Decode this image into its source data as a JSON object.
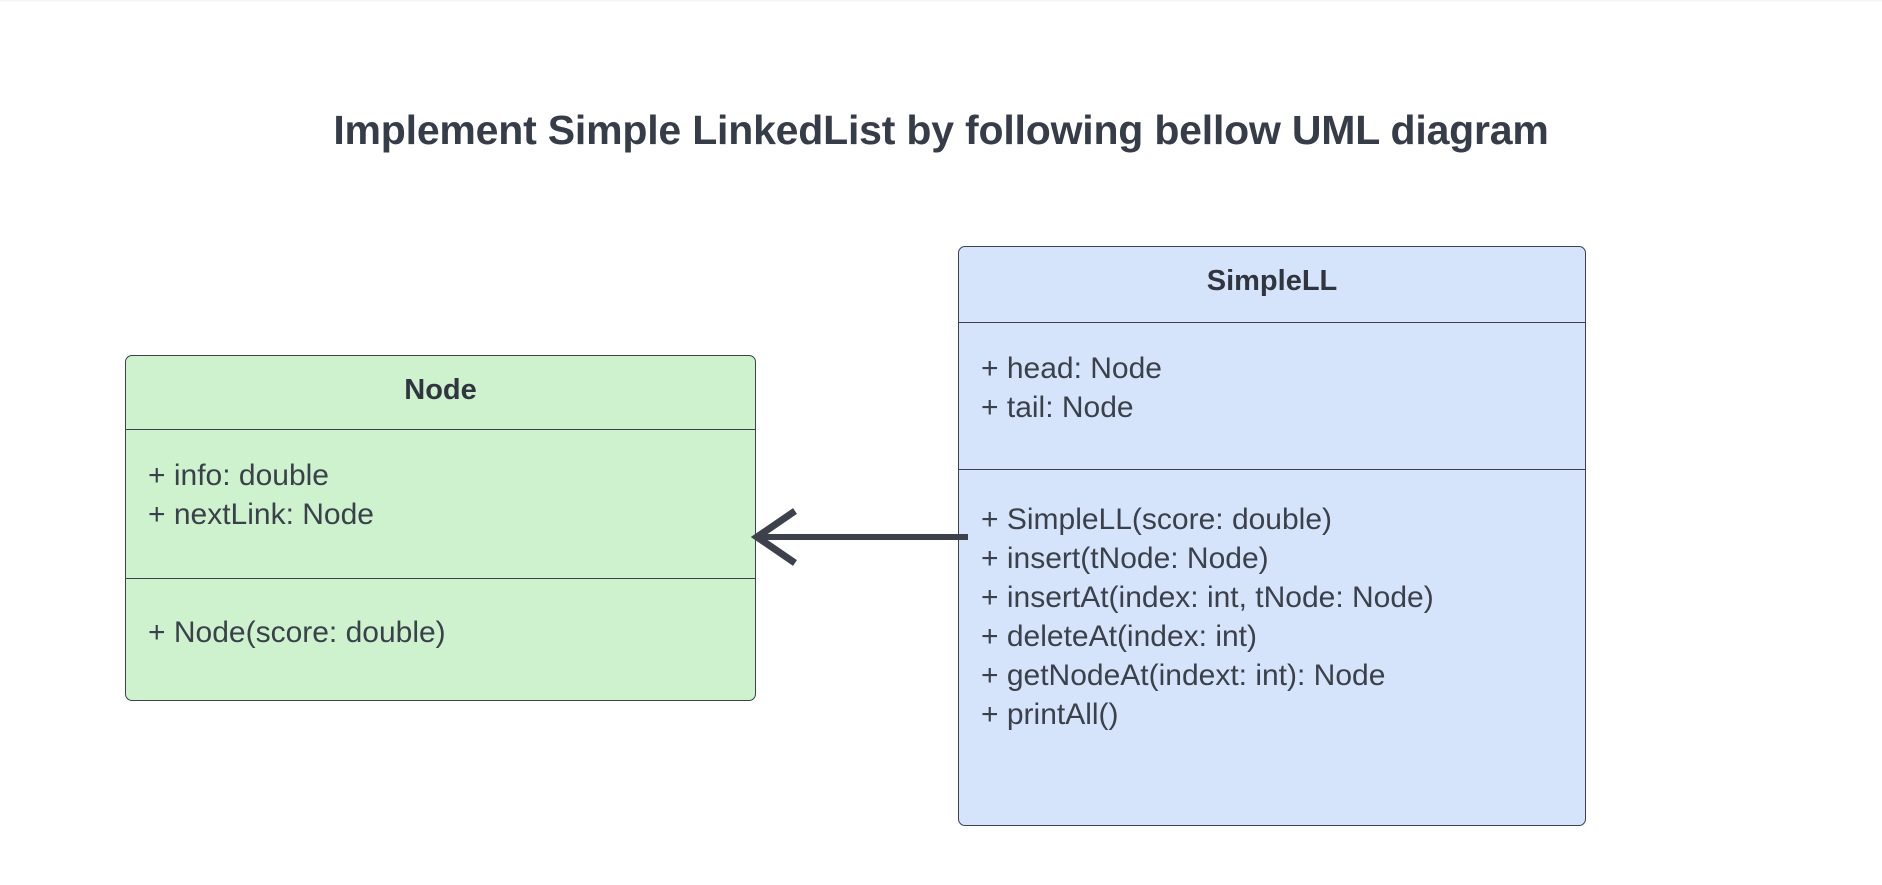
{
  "page": {
    "title": "Implement Simple LinkedList by following bellow UML diagram",
    "background_color": "#ffffff",
    "text_color": "#373d48"
  },
  "diagram": {
    "type": "uml-class-diagram",
    "classes": [
      {
        "id": "node",
        "name": "Node",
        "fill_color": "#cdf2cd",
        "border_color": "#3c414b",
        "attributes": [
          "+ info: double",
          "+ nextLink: Node"
        ],
        "methods": [
          "+ Node(score: double)"
        ]
      },
      {
        "id": "simplell",
        "name": "SimpleLL",
        "fill_color": "#d6e4fb",
        "border_color": "#3c414b",
        "attributes": [
          "+ head: Node",
          "+ tail: Node"
        ],
        "methods": [
          "+ SimpleLL(score: double)",
          "+ insert(tNode: Node)",
          "+ insertAt(index: int, tNode: Node)",
          "+ deleteAt(index: int)",
          "+ getNodeAt(indext: int): Node",
          "+ printAll()"
        ]
      }
    ],
    "relationships": [
      {
        "id": "simplell-to-node",
        "from": "simplell",
        "to": "node",
        "style": "solid-line",
        "arrowhead": "open",
        "color": "#3c414b"
      }
    ]
  }
}
